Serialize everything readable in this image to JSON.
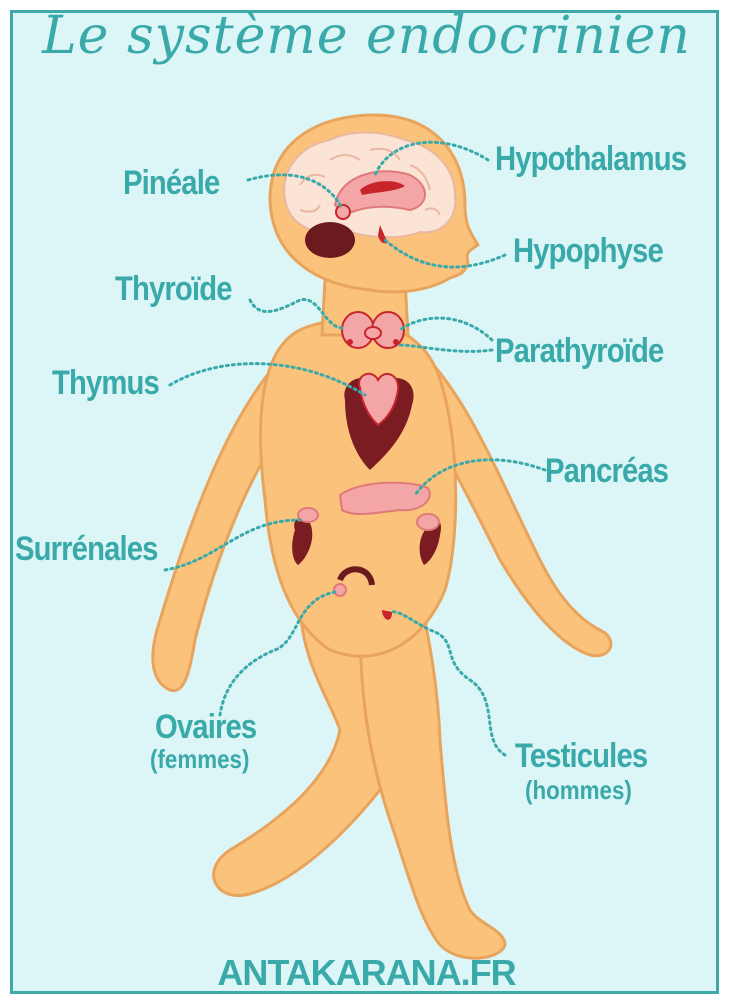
{
  "title": "Le système endocrinien",
  "labels": {
    "pineale": "Pinéale",
    "hypothalamus": "Hypothalamus",
    "hypophyse": "Hypophyse",
    "thyroide": "Thyroïde",
    "parathyroide": "Parathyroïde",
    "thymus": "Thymus",
    "pancreas": "Pancréas",
    "surrenales": "Surrénales",
    "ovaires": "Ovaires",
    "ovaires_note": "(femmes)",
    "testicules": "Testicules",
    "testicules_note": "(hommes)"
  },
  "website": "ANTAKARANA.FR",
  "colors": {
    "accent": "#3aa9a9",
    "background": "#dcf6f7",
    "skin": "#fbc27b",
    "organ_dark": "#7a1c22",
    "organ_pink": "#f4a6a6"
  }
}
